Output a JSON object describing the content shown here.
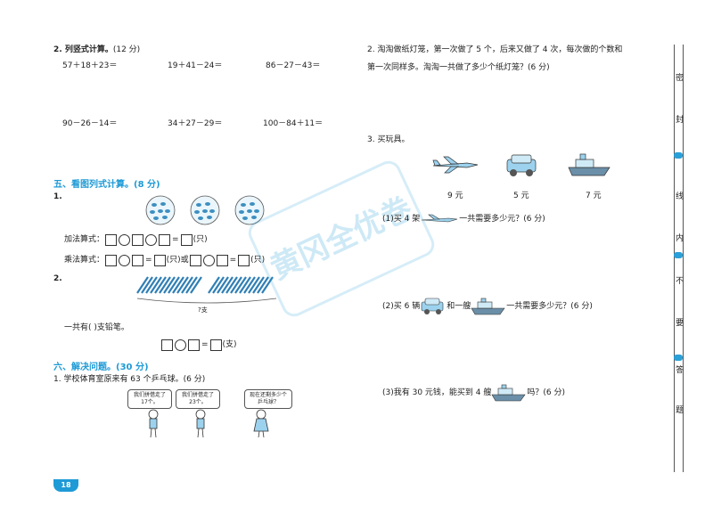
{
  "left": {
    "q2": {
      "title": "2. 列竖式计算。",
      "score": "(12 分)",
      "row1": [
        "57＋18＋23＝",
        "19＋41－24＝",
        "86－27－43＝"
      ],
      "row2": [
        "90－26－14＝",
        "34＋27－29＝",
        "100－84＋11＝"
      ]
    },
    "sec5": {
      "title": "五、看图列式计算。",
      "score": "(8 分)",
      "p1_label": "1.",
      "add_label": "加法算式：",
      "add_unit": "(只)",
      "mul_label": "乘法算式：",
      "mul_unit1": "(只)或",
      "mul_unit2": "(只)",
      "p2_label": "2.",
      "question_mark": "?支",
      "total_text": "一共有(      )支铅笔。",
      "total_unit": "(支)"
    },
    "sec6": {
      "title": "六、解决问题。",
      "score": "(30 分)",
      "p1": "1. 学校体育室原来有 63 个乒乓球。(6 分)",
      "bubbles": [
        "我们拼借走了17个。",
        "我们拼借走了23个。",
        "现在还剩多少个乒乓球？"
      ]
    },
    "page_number": "18"
  },
  "right": {
    "q2": {
      "line1": "2. 淘淘做纸灯笼，第一次做了 5 个，后来又做了 4 次，每次做的个数和",
      "line2": "第一次同样多。淘淘一共做了多少个纸灯笼？(6 分)"
    },
    "q3": {
      "title": "3. 买玩具。",
      "prices": [
        "9 元",
        "5 元",
        "7 元"
      ],
      "sub1_pre": "(1)买 4 架",
      "sub1_post": "一共需要多少元？(6 分)",
      "sub2_pre": "(2)买 6 辆",
      "sub2_mid": "和一艘",
      "sub2_post": "一共需要多少元？(6 分)",
      "sub3_pre": "(3)我有 30 元钱，能买到 4 艘",
      "sub3_post": "吗？(6 分)"
    }
  },
  "seal_chars": [
    "密",
    "封",
    "线",
    "内",
    "不",
    "要",
    "答",
    "题"
  ],
  "watermark": "黄冈全优卷"
}
